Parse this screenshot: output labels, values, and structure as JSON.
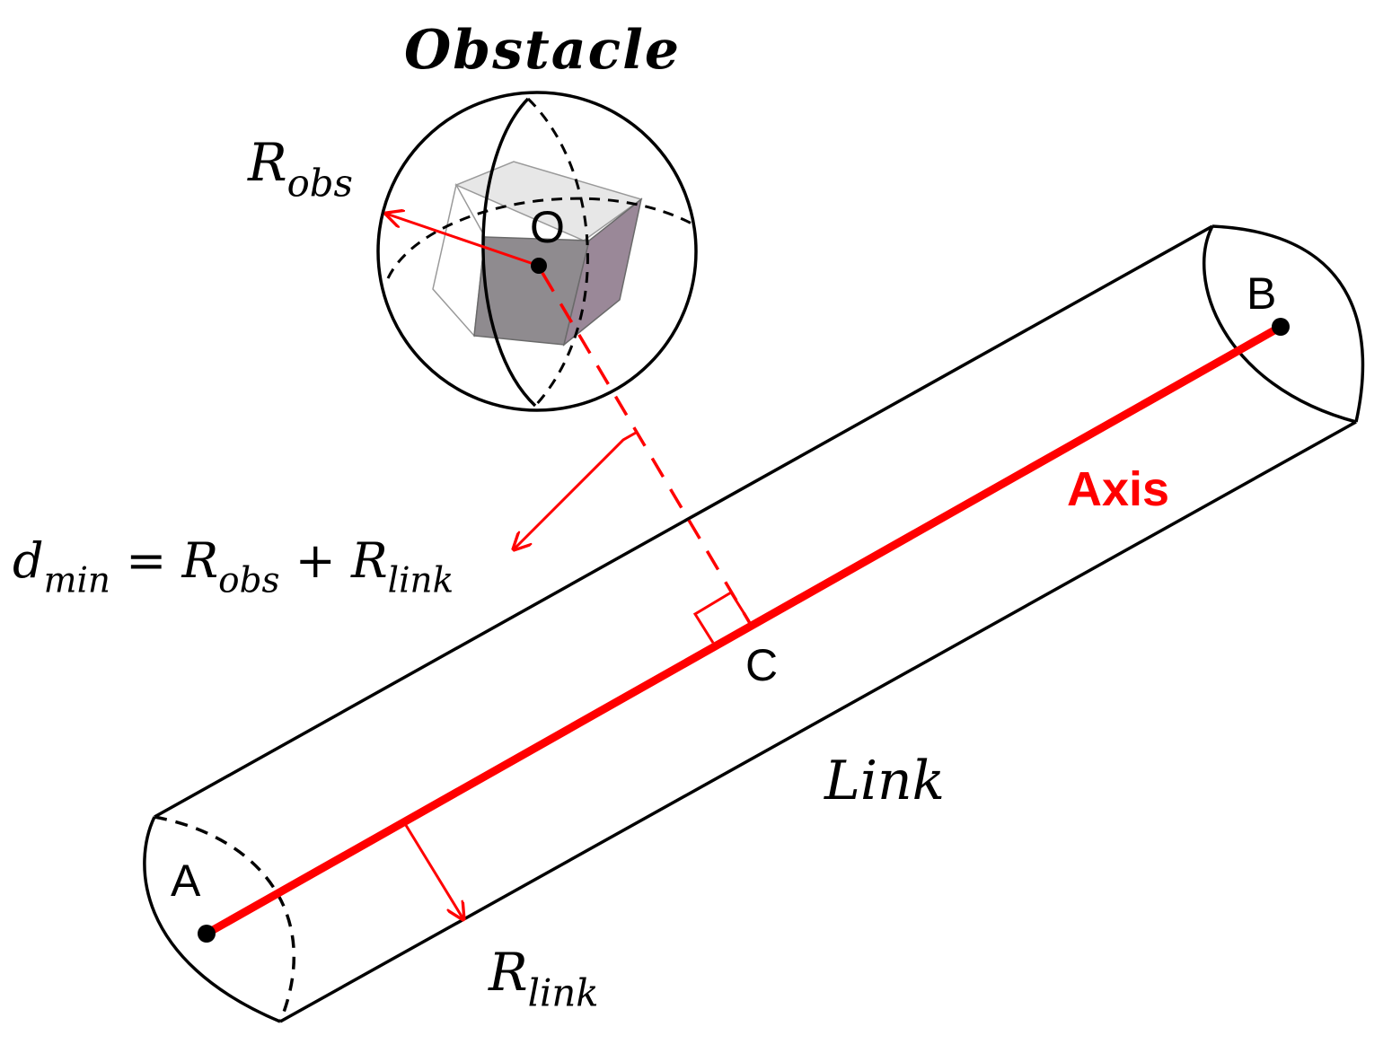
{
  "title": "Obstacle",
  "labels": {
    "obstacle_center": "O",
    "point_a": "A",
    "point_b": "B",
    "point_c": "C",
    "axis": "Axis",
    "link": "Link"
  },
  "r_obs": {
    "base": "R",
    "sub": "obs"
  },
  "r_link": {
    "base": "R",
    "sub": "link"
  },
  "d_min": {
    "d": "d",
    "d_sub": "min",
    "eq": " = ",
    "r1": "R",
    "r1_sub": "obs",
    "plus": " + ",
    "r2": "R",
    "r2_sub": "link"
  },
  "colors": {
    "accent": "#ff0000",
    "stroke": "#000000",
    "cube_front": "#8e8a8e",
    "cube_side": "#9b8899",
    "cube_top": "#e6e6e6"
  }
}
